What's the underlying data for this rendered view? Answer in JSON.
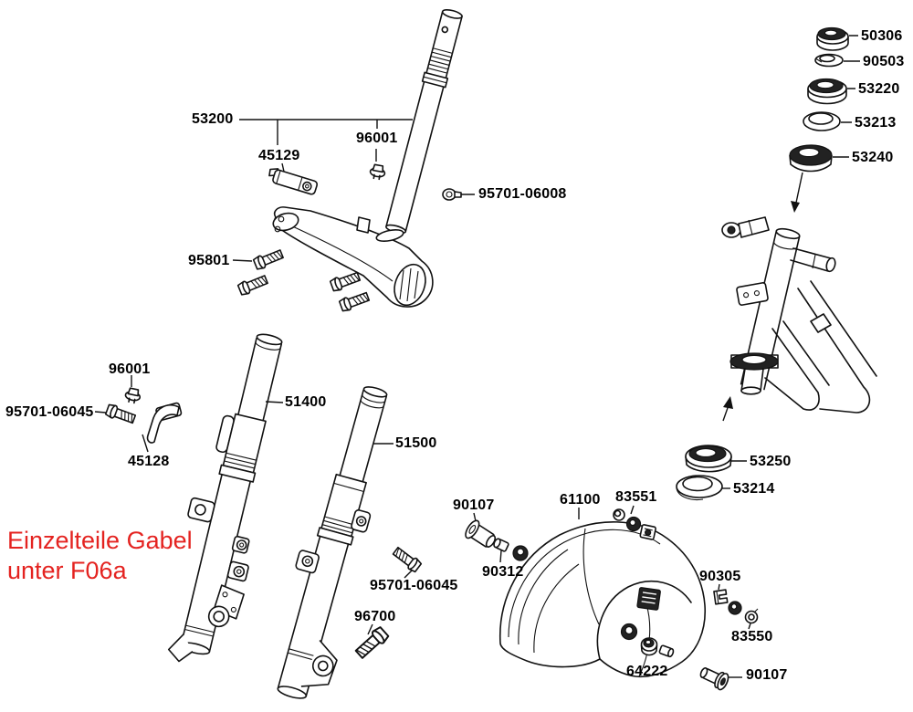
{
  "note": {
    "line1": "Einzelteile Gabel",
    "line2": "unter F06a"
  },
  "labels": [
    {
      "text": "53200"
    },
    {
      "text": "45129"
    },
    {
      "text": "96001"
    },
    {
      "text": "95701-06008"
    },
    {
      "text": "95801"
    },
    {
      "text": "50306"
    },
    {
      "text": "90503"
    },
    {
      "text": "53220"
    },
    {
      "text": "53213"
    },
    {
      "text": "53240"
    },
    {
      "text": "96001"
    },
    {
      "text": "95701-06045"
    },
    {
      "text": "45128"
    },
    {
      "text": "51400"
    },
    {
      "text": "51500"
    },
    {
      "text": "90107"
    },
    {
      "text": "90312"
    },
    {
      "text": "61100"
    },
    {
      "text": "83551"
    },
    {
      "text": "95701-06045"
    },
    {
      "text": "96700"
    },
    {
      "text": "53250"
    },
    {
      "text": "53214"
    },
    {
      "text": "90305"
    },
    {
      "text": "83550"
    },
    {
      "text": "64222"
    },
    {
      "text": "90107"
    }
  ],
  "colors": {
    "background": "#ffffff",
    "line_art": "#111111",
    "label_text": "#000000",
    "note_text": "#e42320"
  }
}
